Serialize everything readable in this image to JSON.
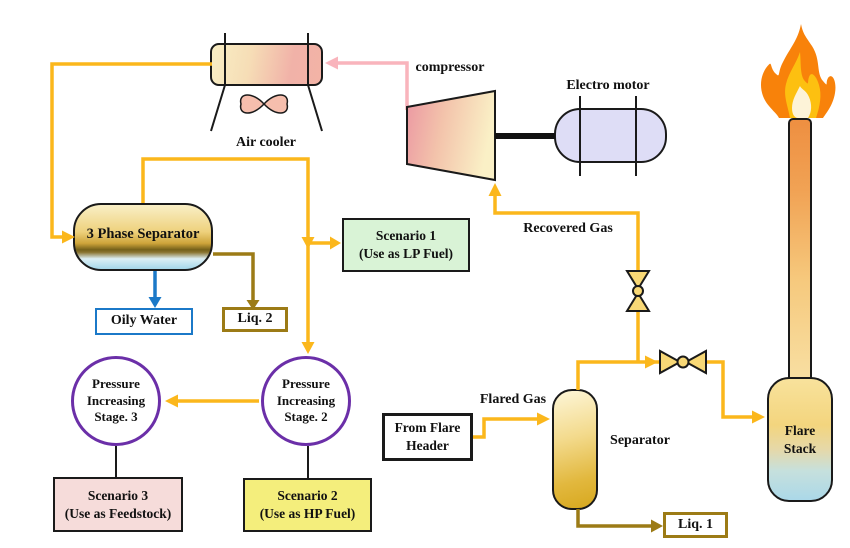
{
  "equipment": {
    "air_cooler": "Air cooler",
    "compressor": "compressor",
    "electro_motor": "Electro motor",
    "three_phase_separator": "3 Phase Separator",
    "separator": "Separator",
    "flare_stack_line1": "Flare",
    "flare_stack_line2": "Stack",
    "stage2_line1": "Pressure",
    "stage2_line2": "Increasing",
    "stage2_line3": "Stage. 2",
    "stage3_line1": "Pressure",
    "stage3_line2": "Increasing",
    "stage3_line3": "Stage. 3"
  },
  "scenarios": {
    "s1_line1": "Scenario 1",
    "s1_line2": "(Use as LP Fuel)",
    "s2_line1": "Scenario 2",
    "s2_line2": "(Use as HP Fuel)",
    "s3_line1": "Scenario 3",
    "s3_line2": "(Use as Feedstock)"
  },
  "outlets": {
    "oily_water": "Oily Water",
    "liq1": "Liq. 1",
    "liq2": "Liq. 2"
  },
  "sources": {
    "from_flare_header_line1": "From Flare",
    "from_flare_header_line2": "Header"
  },
  "streams": {
    "recovered_gas": "Recovered Gas",
    "flared_gas": "Flared Gas"
  },
  "colors": {
    "pipe_yellow": "#FBB71C",
    "pipe_olive": "#9C7B16",
    "pipe_blue": "#1B79C8",
    "pipe_pink": "#F9B4BC",
    "circle_purple": "#6B2FA8",
    "scenario1_green": "#D9F3D6",
    "scenario2_yellow": "#F4EE7C",
    "scenario3_pink": "#F6DCDA",
    "motor_lavender": "#DEDDF6",
    "flame_orange": "#F8790A"
  }
}
